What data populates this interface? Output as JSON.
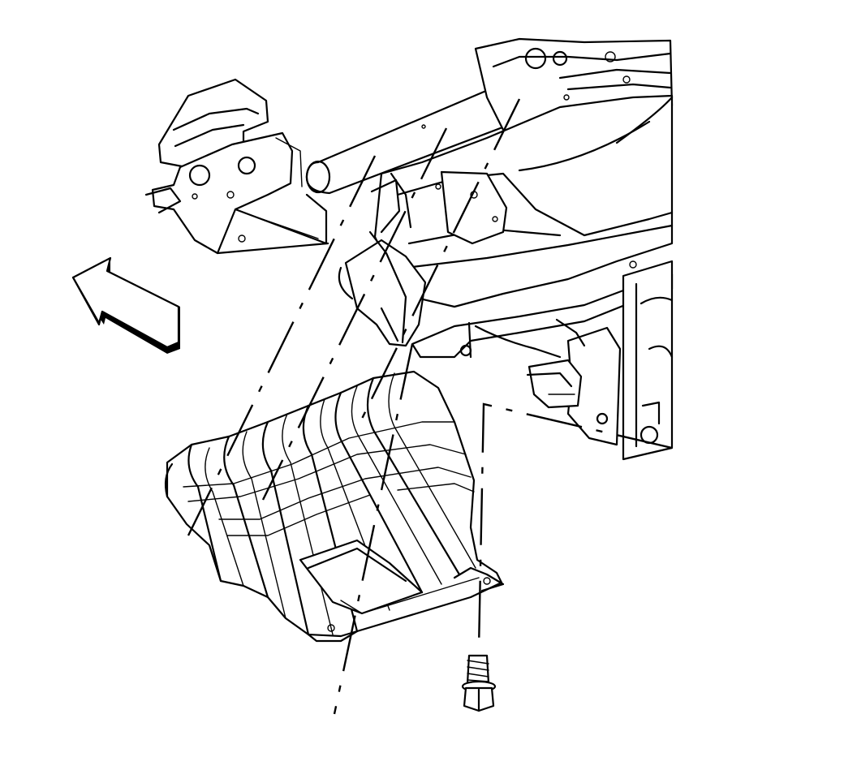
{
  "diagram": {
    "parts": [
      {
        "id": "frame-crossmember"
      },
      {
        "id": "skid-plate"
      },
      {
        "id": "mounting-bolt"
      }
    ],
    "arrow_direction": "front-left",
    "colors": {
      "line": "#000000",
      "background": "#ffffff"
    }
  }
}
